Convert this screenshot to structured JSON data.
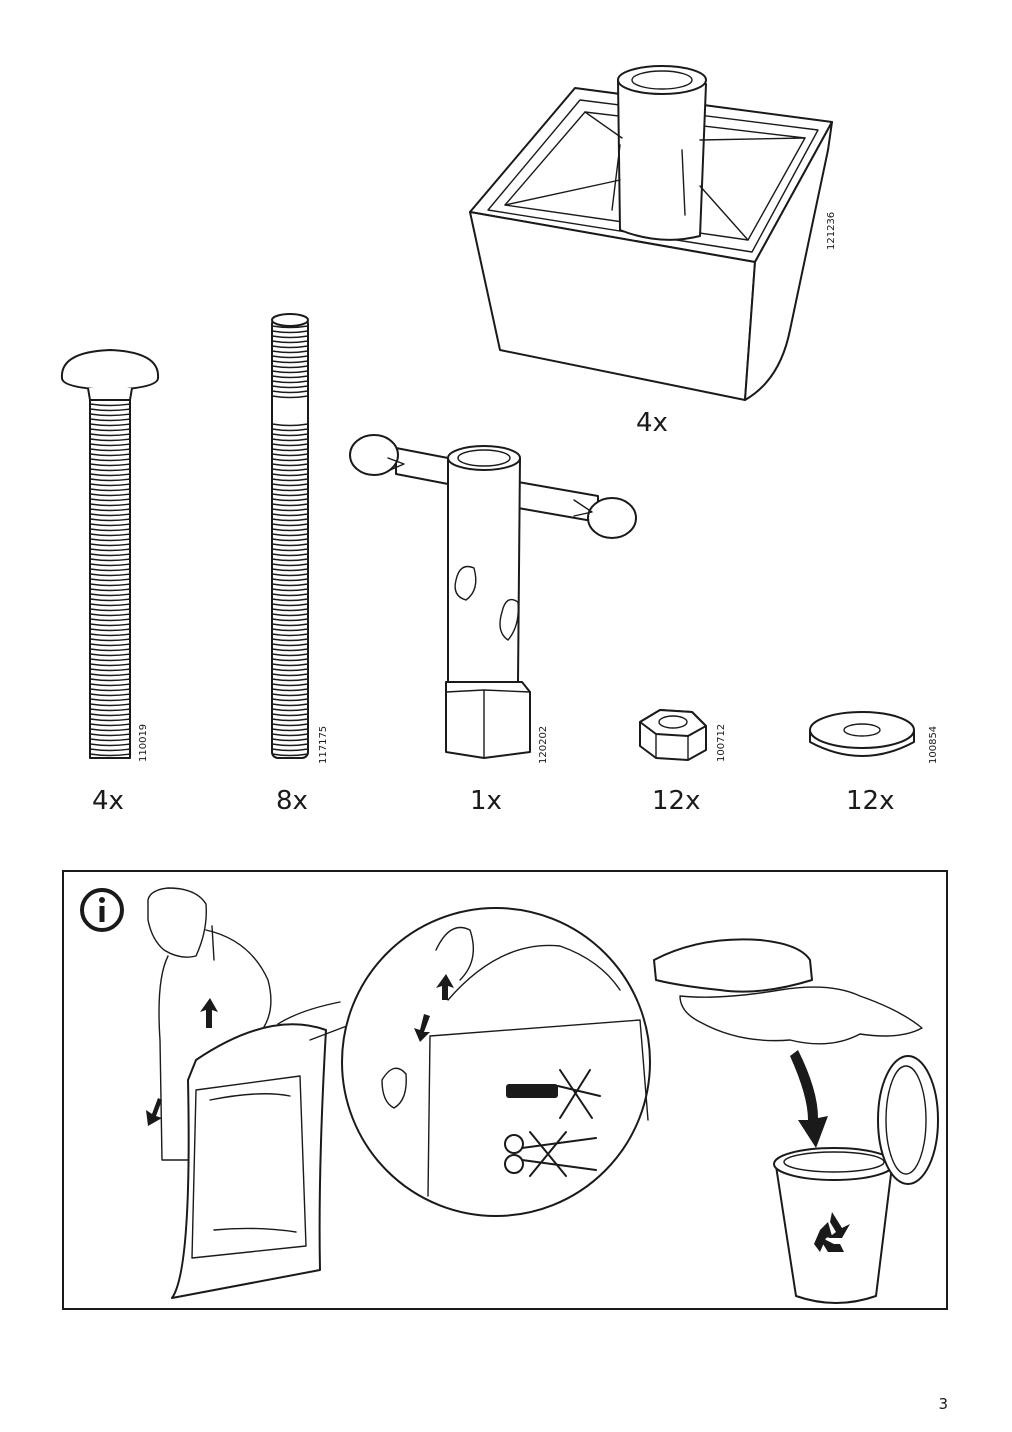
{
  "parts": [
    {
      "code": "110019",
      "qty": "4x"
    },
    {
      "code": "117175",
      "qty": "8x"
    },
    {
      "code": "120202",
      "qty": "1x"
    },
    {
      "code": "100712",
      "qty": "12x"
    },
    {
      "code": "100854",
      "qty": "12x"
    },
    {
      "code": "121236",
      "qty": "4x"
    }
  ],
  "info": {
    "icon": "info-icon",
    "forbidden_tools": [
      "knife-icon",
      "scissors-icon"
    ],
    "recycle_icon": "recycle-icon"
  },
  "page_number": "3"
}
